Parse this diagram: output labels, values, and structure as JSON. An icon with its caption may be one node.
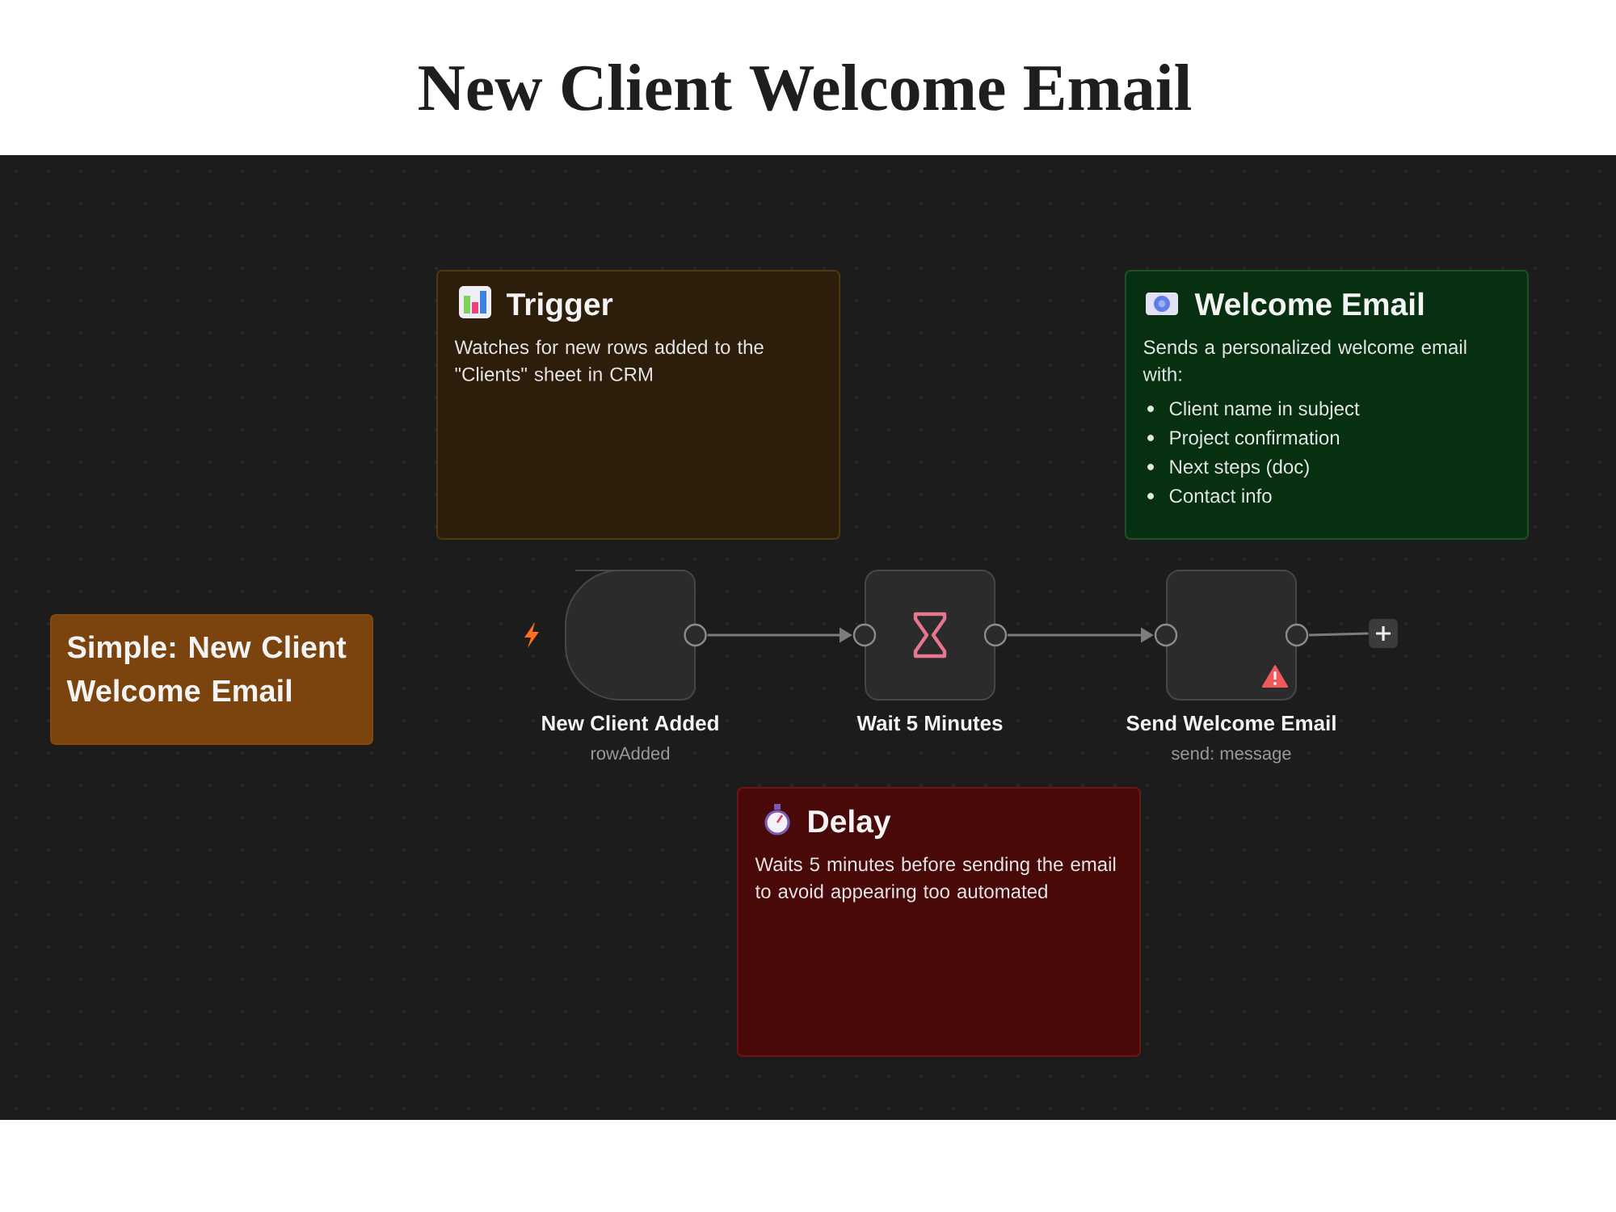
{
  "diagram": {
    "title": "New Client Welcome Email",
    "nodes": [
      {
        "text": [
          "Trigger",
          "Watches for new rows added to the \"Clients\" sheet in CRM"
        ]
      },
      {
        "text": [
          "Welcome Email",
          "Sends a personalized welcome email with:",
          "Client name in subject",
          "Project confirmation",
          "Next steps (doc)",
          "Contact info"
        ]
      },
      {
        "text": [
          "Simple: New Client Welcome Email"
        ]
      },
      {
        "text": [
          "New Client Added"
        ],
        "beside": [
          "rowAdded"
        ]
      },
      {
        "text": [
          "Wait 5 Minutes"
        ]
      },
      {
        "text": [
          "Send Welcome Email"
        ],
        "beside": [
          "send: message"
        ]
      },
      {
        "text": [],
        "shape": "box"
      },
      {
        "text": [
          "Delay",
          "Waits 5 minutes before sending the email to avoid appearing too automated"
        ]
      }
    ],
    "edges": [
      {
        "from": 3,
        "to": 4,
        "arrow": "to"
      },
      {
        "from": 4,
        "to": 5,
        "arrow": "to"
      },
      {
        "from": 5,
        "to": 6,
        "arrow": "none"
      }
    ]
  }
}
